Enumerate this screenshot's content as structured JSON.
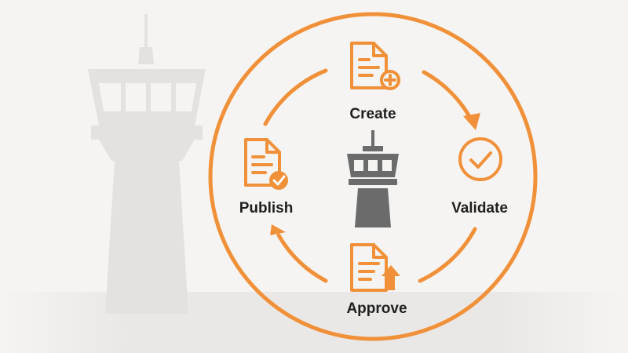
{
  "diagram": {
    "type": "cycle",
    "steps": [
      {
        "label": "Create",
        "icon": "document-plus-icon"
      },
      {
        "label": "Validate",
        "icon": "checkmark-circle-icon"
      },
      {
        "label": "Approve",
        "icon": "document-arrow-up-icon"
      },
      {
        "label": "Publish",
        "icon": "document-check-icon"
      }
    ],
    "center_icon": "control-tower-icon",
    "background_icon": "control-tower-silhouette",
    "flow_direction": "clockwise"
  },
  "colors": {
    "accent": "#f0913a",
    "center_icon": "#6b6b6b",
    "background": "#f6f4f2",
    "silhouette": "#e4e2e0",
    "text": "#1f1f1f"
  }
}
